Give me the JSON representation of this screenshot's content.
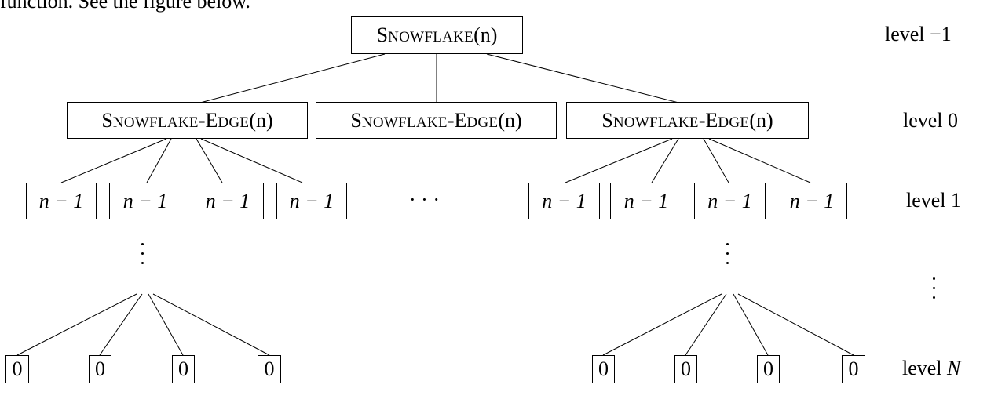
{
  "intro_text": "function. See the figure below.",
  "root": {
    "sc_first": "S",
    "sc_rest": "NOWFLAKE",
    "arg": "(n)"
  },
  "edge_nodes": [
    {
      "sc1": "S",
      "sc2": "NOWFLAKE",
      "sep": "-",
      "sc3": "E",
      "sc4": "DGE",
      "arg": "(n)"
    },
    {
      "sc1": "S",
      "sc2": "NOWFLAKE",
      "sep": "-",
      "sc3": "E",
      "sc4": "DGE",
      "arg": "(n)"
    },
    {
      "sc1": "S",
      "sc2": "NOWFLAKE",
      "sep": "-",
      "sc3": "E",
      "sc4": "DGE",
      "arg": "(n)"
    }
  ],
  "child_label": "n − 1",
  "leaf_label": "0",
  "hdots": "· · ·",
  "levels": {
    "level_minus1": "level −1",
    "level_0": "level 0",
    "level_1": "level 1",
    "level_N_word": "level",
    "level_N_var": "N"
  }
}
